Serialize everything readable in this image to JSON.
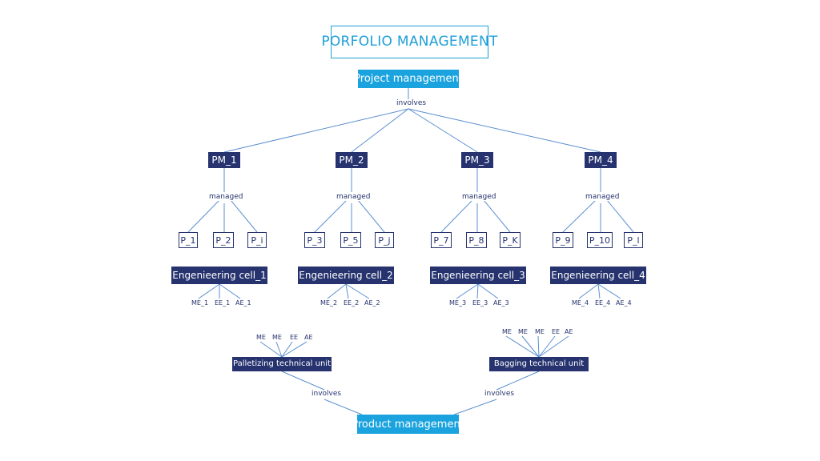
{
  "title": "PORFOLIO MANAGEMENT",
  "project_management": {
    "label": "Project management",
    "edge_label": "involves"
  },
  "managers": [
    {
      "label": "PM_1",
      "edge_label": "managed",
      "projects": [
        "P_1",
        "P_2",
        "P_i"
      ]
    },
    {
      "label": "PM_2",
      "edge_label": "managed",
      "projects": [
        "P_3",
        "P_5",
        "P_j"
      ]
    },
    {
      "label": "PM_3",
      "edge_label": "managed",
      "projects": [
        "P_7",
        "P_8",
        "P_K"
      ]
    },
    {
      "label": "PM_4",
      "edge_label": "managed",
      "projects": [
        "P_9",
        "P_10",
        "P_l"
      ]
    }
  ],
  "engineering_cells": [
    {
      "label": "Engenieering cell_1",
      "members": [
        "ME_1",
        "EE_1",
        "AE_1"
      ]
    },
    {
      "label": "Engenieering cell_2",
      "members": [
        "ME_2",
        "EE_2",
        "AE_2"
      ]
    },
    {
      "label": "Engenieering cell_3",
      "members": [
        "ME_3",
        "EE_3",
        "AE_3"
      ]
    },
    {
      "label": "Engenieering cell_4",
      "members": [
        "ME_4",
        "EE_4",
        "AE_4"
      ]
    }
  ],
  "technical_units": [
    {
      "label": "Palletizing technical unit",
      "members": [
        "ME",
        "ME",
        "EE",
        "AE"
      ],
      "edge_label": "involves"
    },
    {
      "label": "Bagging technical unit",
      "members": [
        "ME",
        "ME",
        "ME",
        "EE",
        "AE"
      ],
      "edge_label": "involves"
    }
  ],
  "product_management": {
    "label": "Product management"
  },
  "colors": {
    "navy": "#26336e",
    "cyan": "#1aa3df",
    "line": "#5b8fd1"
  }
}
